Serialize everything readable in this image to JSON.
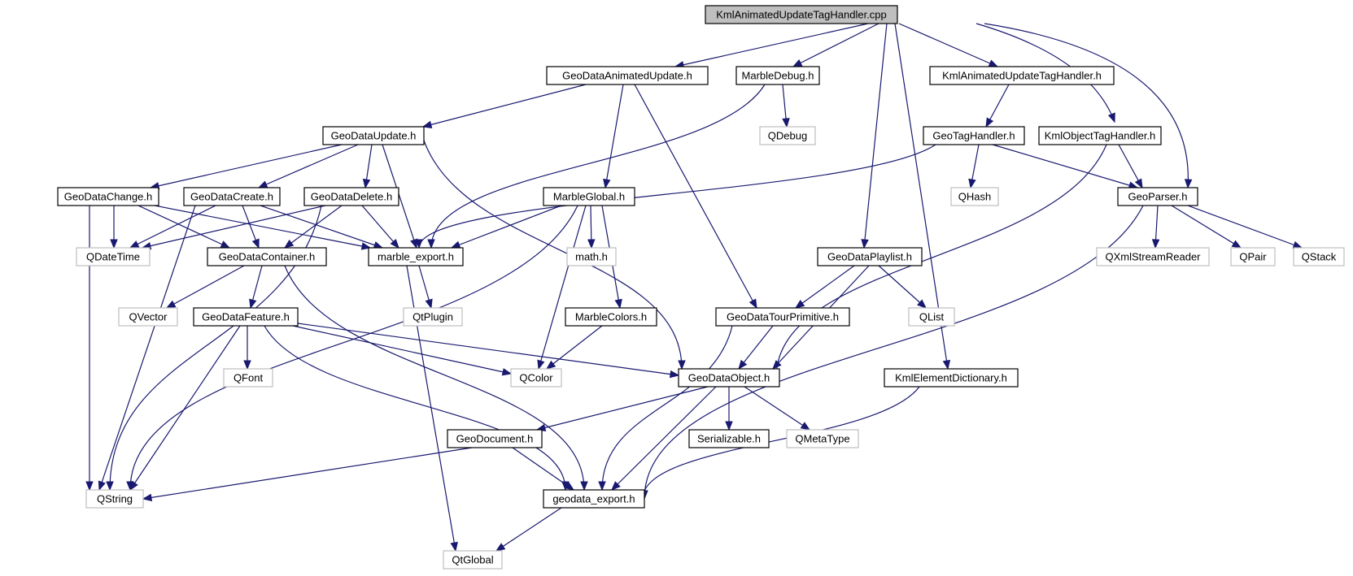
{
  "graph": {
    "kind": "include-dependency-graph",
    "colors": {
      "edge": "#191970",
      "node_border": "#000000",
      "external_border": "#bfbfbf",
      "root_fill": "#bfbfbf",
      "background": "#ffffff"
    },
    "nodes": [
      {
        "id": "root",
        "label": "KmlAnimatedUpdateTagHandler.cpp",
        "kind": "root"
      },
      {
        "id": "gdau",
        "label": "GeoDataAnimatedUpdate.h",
        "kind": "internal"
      },
      {
        "id": "mdbg",
        "label": "MarbleDebug.h",
        "kind": "internal"
      },
      {
        "id": "kauh",
        "label": "KmlAnimatedUpdateTagHandler.h",
        "kind": "internal"
      },
      {
        "id": "kotg",
        "label": "KmlObjectTagHandler.h",
        "kind": "internal"
      },
      {
        "id": "gdup",
        "label": "GeoDataUpdate.h",
        "kind": "internal"
      },
      {
        "id": "qdbg",
        "label": "QDebug",
        "kind": "external"
      },
      {
        "id": "gtag",
        "label": "GeoTagHandler.h",
        "kind": "internal"
      },
      {
        "id": "gdch",
        "label": "GeoDataChange.h",
        "kind": "internal"
      },
      {
        "id": "gdcr",
        "label": "GeoDataCreate.h",
        "kind": "internal"
      },
      {
        "id": "gddl",
        "label": "GeoDataDelete.h",
        "kind": "internal"
      },
      {
        "id": "mglb",
        "label": "MarbleGlobal.h",
        "kind": "internal"
      },
      {
        "id": "qhsh",
        "label": "QHash",
        "kind": "external"
      },
      {
        "id": "gprs",
        "label": "GeoParser.h",
        "kind": "internal"
      },
      {
        "id": "qdtm",
        "label": "QDateTime",
        "kind": "external"
      },
      {
        "id": "gdct",
        "label": "GeoDataContainer.h",
        "kind": "internal"
      },
      {
        "id": "mexp",
        "label": "marble_export.h",
        "kind": "internal"
      },
      {
        "id": "math",
        "label": "math.h",
        "kind": "external"
      },
      {
        "id": "gdpl",
        "label": "GeoDataPlaylist.h",
        "kind": "internal"
      },
      {
        "id": "qxml",
        "label": "QXmlStreamReader",
        "kind": "external"
      },
      {
        "id": "qpar",
        "label": "QPair",
        "kind": "external"
      },
      {
        "id": "qstk",
        "label": "QStack",
        "kind": "external"
      },
      {
        "id": "qvec",
        "label": "QVector",
        "kind": "external"
      },
      {
        "id": "gdft",
        "label": "GeoDataFeature.h",
        "kind": "internal"
      },
      {
        "id": "qplg",
        "label": "QtPlugin",
        "kind": "external"
      },
      {
        "id": "mcol",
        "label": "MarbleColors.h",
        "kind": "internal"
      },
      {
        "id": "gdtp",
        "label": "GeoDataTourPrimitive.h",
        "kind": "internal"
      },
      {
        "id": "qlst",
        "label": "QList",
        "kind": "external"
      },
      {
        "id": "qfnt",
        "label": "QFont",
        "kind": "external"
      },
      {
        "id": "qcol",
        "label": "QColor",
        "kind": "external"
      },
      {
        "id": "gdob",
        "label": "GeoDataObject.h",
        "kind": "internal"
      },
      {
        "id": "kedi",
        "label": "KmlElementDictionary.h",
        "kind": "internal"
      },
      {
        "id": "gdoc",
        "label": "GeoDocument.h",
        "kind": "internal"
      },
      {
        "id": "serz",
        "label": "Serializable.h",
        "kind": "internal"
      },
      {
        "id": "qmtt",
        "label": "QMetaType",
        "kind": "external"
      },
      {
        "id": "qstr",
        "label": "QString",
        "kind": "external"
      },
      {
        "id": "gexp",
        "label": "geodata_export.h",
        "kind": "internal"
      },
      {
        "id": "qglb",
        "label": "QtGlobal",
        "kind": "external"
      }
    ],
    "edges": [
      [
        "root",
        "gdau"
      ],
      [
        "root",
        "mdbg"
      ],
      [
        "root",
        "kauh"
      ],
      [
        "root",
        "kotg"
      ],
      [
        "root",
        "gprs"
      ],
      [
        "root",
        "gdpl"
      ],
      [
        "root",
        "kedi"
      ],
      [
        "gdau",
        "gdup"
      ],
      [
        "gdau",
        "mglb"
      ],
      [
        "gdau",
        "gdtp"
      ],
      [
        "mdbg",
        "qdbg"
      ],
      [
        "mdbg",
        "mexp"
      ],
      [
        "kauh",
        "gtag"
      ],
      [
        "kotg",
        "gprs"
      ],
      [
        "kotg",
        "gdob"
      ],
      [
        "gdup",
        "gdch"
      ],
      [
        "gdup",
        "gdcr"
      ],
      [
        "gdup",
        "gddl"
      ],
      [
        "gdup",
        "mexp"
      ],
      [
        "gdup",
        "gdob"
      ],
      [
        "gtag",
        "qhsh"
      ],
      [
        "gtag",
        "gprs"
      ],
      [
        "gtag",
        "mexp"
      ],
      [
        "gdch",
        "qdtm"
      ],
      [
        "gdch",
        "gdct"
      ],
      [
        "gdch",
        "mexp"
      ],
      [
        "gdch",
        "qstr"
      ],
      [
        "gdcr",
        "qdtm"
      ],
      [
        "gdcr",
        "gdct"
      ],
      [
        "gdcr",
        "mexp"
      ],
      [
        "gdcr",
        "qstr"
      ],
      [
        "gddl",
        "qdtm"
      ],
      [
        "gddl",
        "gdct"
      ],
      [
        "gddl",
        "mexp"
      ],
      [
        "gddl",
        "qstr"
      ],
      [
        "mglb",
        "mexp"
      ],
      [
        "mglb",
        "math"
      ],
      [
        "mglb",
        "mcol"
      ],
      [
        "mglb",
        "qcol"
      ],
      [
        "mglb",
        "qstr"
      ],
      [
        "gprs",
        "qxml"
      ],
      [
        "gprs",
        "qpar"
      ],
      [
        "gprs",
        "qstk"
      ],
      [
        "gprs",
        "gexp"
      ],
      [
        "gdct",
        "qvec"
      ],
      [
        "gdct",
        "gdft"
      ],
      [
        "gdct",
        "gexp"
      ],
      [
        "mexp",
        "qplg"
      ],
      [
        "mexp",
        "qglb"
      ],
      [
        "gdpl",
        "gdtp"
      ],
      [
        "gdpl",
        "qlst"
      ],
      [
        "gdpl",
        "gdob"
      ],
      [
        "gdft",
        "qfnt"
      ],
      [
        "gdft",
        "qcol"
      ],
      [
        "gdft",
        "gdob"
      ],
      [
        "gdft",
        "qstr"
      ],
      [
        "gdft",
        "gexp"
      ],
      [
        "mcol",
        "qcol"
      ],
      [
        "gdtp",
        "gdob"
      ],
      [
        "gdtp",
        "gexp"
      ],
      [
        "gdob",
        "gdoc"
      ],
      [
        "gdob",
        "serz"
      ],
      [
        "gdob",
        "qmtt"
      ],
      [
        "gdob",
        "gexp"
      ],
      [
        "kedi",
        "gexp"
      ],
      [
        "gdoc",
        "qstr"
      ],
      [
        "gdoc",
        "gexp"
      ],
      [
        "gexp",
        "qglb"
      ]
    ]
  }
}
